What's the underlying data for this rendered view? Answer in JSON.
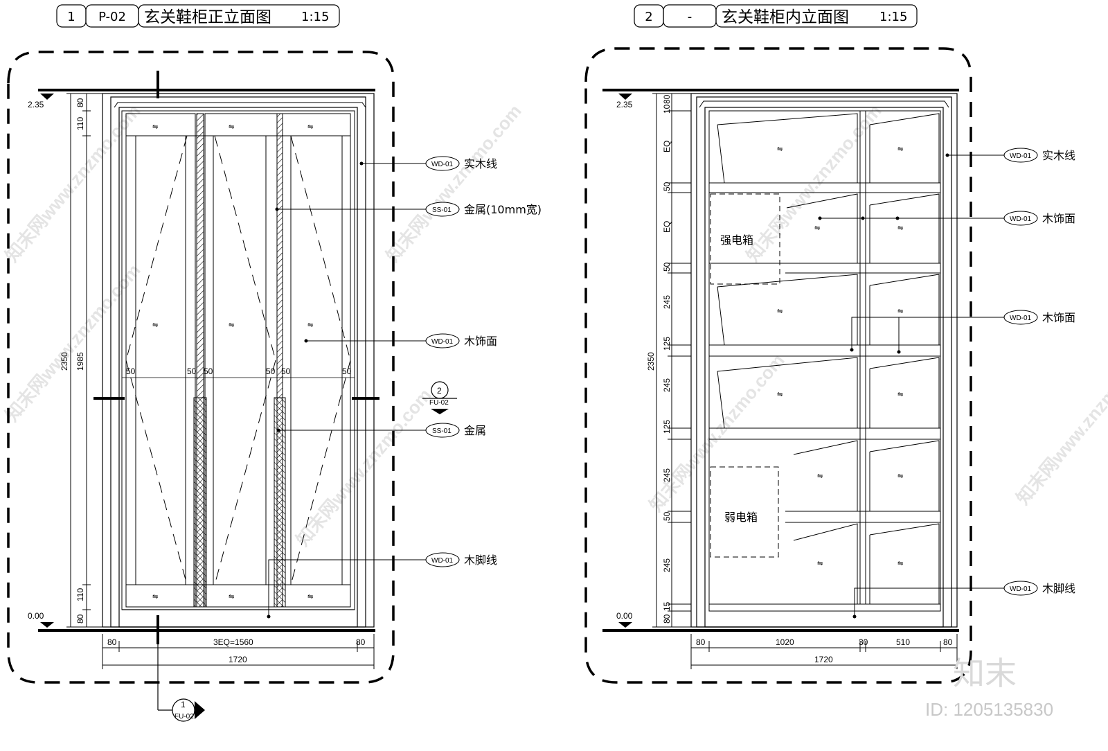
{
  "views": [
    {
      "num": "1",
      "ref": "P-02",
      "title": "玄关鞋柜正立面图",
      "scale": "1:15",
      "level_top": "2.35",
      "level_bottom": "0.00",
      "dims_left": [
        "80",
        "110",
        "1985",
        "110",
        "80"
      ],
      "dim_total": "2350",
      "dims_bottom": [
        "80",
        "3EQ=1560",
        "80"
      ],
      "dim_width": "1720",
      "gap_dims": [
        "50",
        "50",
        "50",
        "50",
        "50",
        "50"
      ],
      "section_top": {
        "num": "2",
        "ref": "FU-02"
      },
      "section_bottom": {
        "num": "1",
        "ref": "FU-02"
      },
      "callouts": [
        {
          "tag": "WD-01",
          "text": "实木线"
        },
        {
          "tag": "SS-01",
          "text": "金属(10mm宽)"
        },
        {
          "tag": "WD-01",
          "text": "木饰面"
        },
        {
          "tag": "SS-01",
          "text": "金属"
        },
        {
          "tag": "WD-01",
          "text": "木脚线"
        }
      ]
    },
    {
      "num": "2",
      "ref": "-",
      "title": "玄关鞋柜内立面图",
      "scale": "1:15",
      "level_top": "2.35",
      "level_bottom": "0.00",
      "dims_left": [
        "80",
        "10",
        "EQ",
        "50",
        "EQ",
        "50",
        "245",
        "125",
        "245",
        "125",
        "245",
        "50",
        "245",
        "15",
        "80"
      ],
      "dim_total": "2350",
      "dims_bottom": [
        "80",
        "1020",
        "30",
        "510",
        "80"
      ],
      "dim_width": "1720",
      "box_strong": "强电箱",
      "box_weak": "弱电箱",
      "callouts": [
        {
          "tag": "WD-01",
          "text": "实木线"
        },
        {
          "tag": "WD-01",
          "text": "木饰面"
        },
        {
          "tag": "WD-01",
          "text": "木饰面"
        },
        {
          "tag": "WD-01",
          "text": "木脚线"
        }
      ]
    }
  ],
  "watermark": {
    "text": "知末网www.znzmo.com",
    "brand": "知末",
    "id": "ID: 1205135830"
  }
}
